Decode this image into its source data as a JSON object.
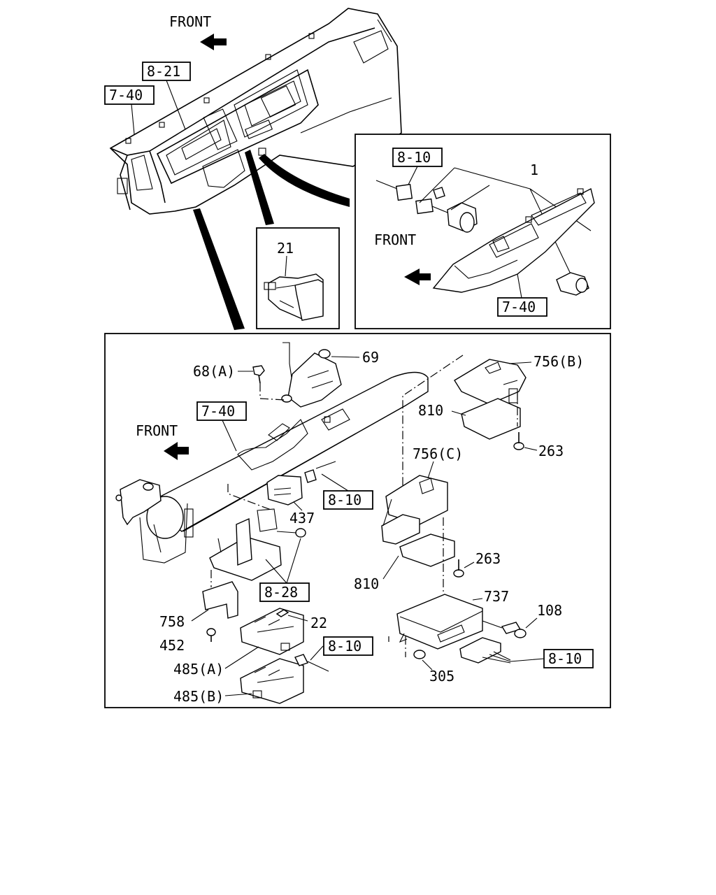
{
  "front_labels": [
    "FRONT",
    "FRONT",
    "FRONT"
  ],
  "ref_boxes": {
    "top_8_21": "8-21",
    "top_7_40": "7-40",
    "inset_8_10": "8-10",
    "inset_7_40": "7-40",
    "main_7_40": "7-40",
    "main_8_10_a": "8-10",
    "main_8_28": "8-28",
    "main_8_10_b": "8-10",
    "main_8_10_c": "8-10"
  },
  "part_numbers": {
    "p1": "1",
    "p21": "21",
    "p68a": "68(A)",
    "p69": "69",
    "p756b": "756(B)",
    "p810_top": "810",
    "p263_top": "263",
    "p756c": "756(C)",
    "p437": "437",
    "p263_mid": "263",
    "p810_mid": "810",
    "p737": "737",
    "p108": "108",
    "p758": "758",
    "p22": "22",
    "p452": "452",
    "p485a": "485(A)",
    "p485b": "485(B)",
    "p305": "305"
  }
}
